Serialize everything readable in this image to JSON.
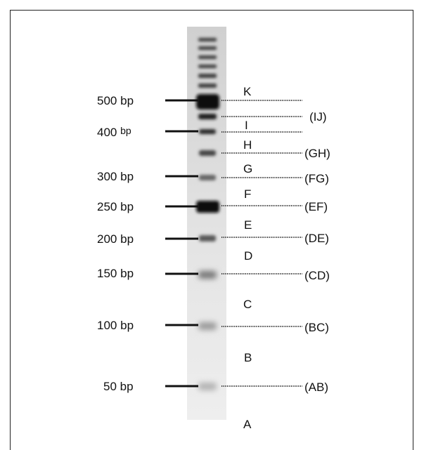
{
  "colors": {
    "frame": "#222222",
    "gel_background": "#e2e2e2",
    "band_dark": "#111111",
    "marker_line": "#111111",
    "dotted_line": "#333333"
  },
  "size_markers": [
    {
      "number": "500",
      "unit": "bp"
    },
    {
      "number": "400",
      "unit": "bp"
    },
    {
      "number": "300",
      "unit": "bp"
    },
    {
      "number": "250",
      "unit": "bp"
    },
    {
      "number": "200",
      "unit": "bp"
    },
    {
      "number": "150",
      "unit": "bp"
    },
    {
      "number": "100",
      "unit": "bp"
    },
    {
      "number": "50",
      "unit": "bp"
    }
  ],
  "segment_labels": [
    "K",
    "I",
    "H",
    "G",
    "F",
    "E",
    "D",
    "C",
    "B",
    "A"
  ],
  "pair_labels": [
    "(IJ)",
    "(GH)",
    "(FG)",
    "(EF)",
    "(DE)",
    "(CD)",
    "(BC)",
    "(AB)"
  ]
}
